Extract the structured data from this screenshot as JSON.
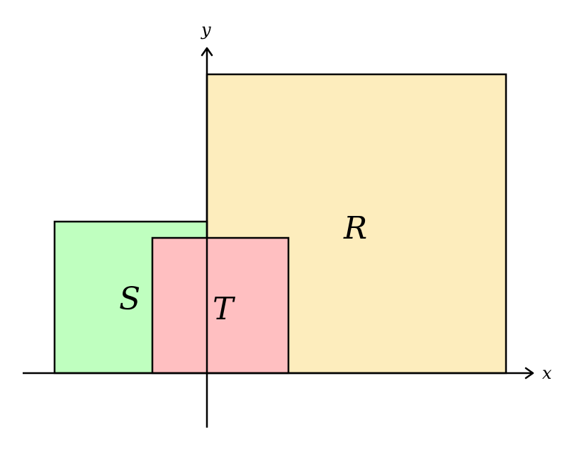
{
  "axes": {
    "x_label": "x",
    "y_label": "y"
  },
  "colors": {
    "R": "#fdedbd",
    "S": "#bfffbf",
    "T": "#ffbfc1",
    "stroke": "#000000"
  },
  "regions": {
    "R": {
      "label": "R"
    },
    "S": {
      "label": "S"
    },
    "T": {
      "label": "T"
    }
  }
}
